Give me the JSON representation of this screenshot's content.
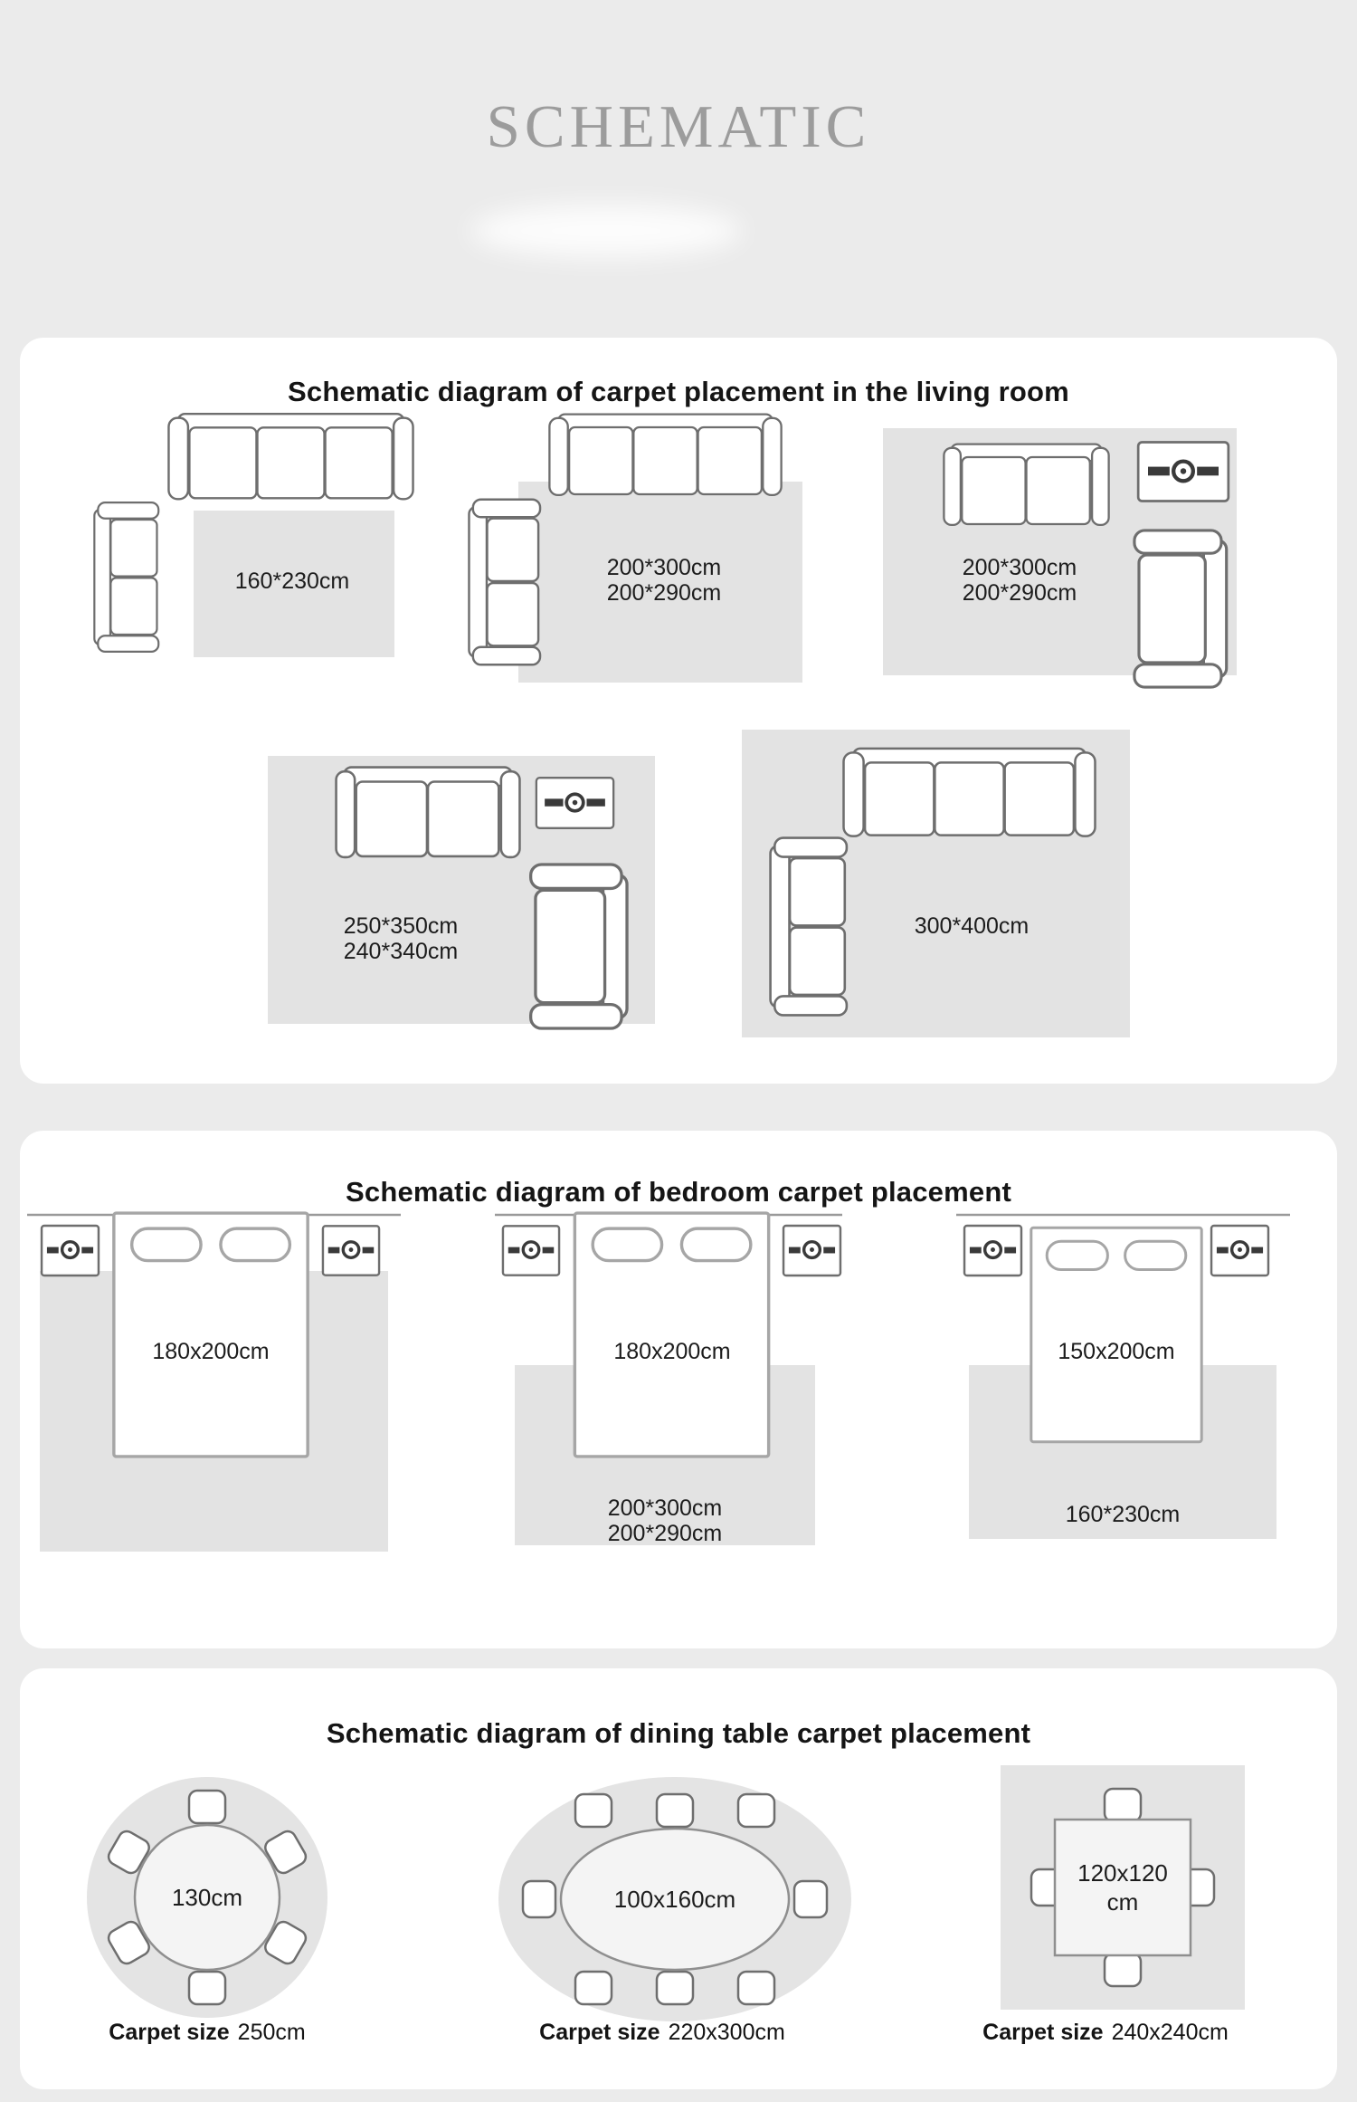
{
  "page": {
    "title": "SCHEMATIC"
  },
  "colors": {
    "rug": "#e3e3e3",
    "dining_rug": "#e4e4e4",
    "table": "#f4f4f4"
  },
  "living_room": {
    "heading": "Schematic diagram of carpet placement in the living room",
    "d1": {
      "size": "160*230cm"
    },
    "d2": {
      "size1": "200*300cm",
      "size2": "200*290cm"
    },
    "d3": {
      "size1": "200*300cm",
      "size2": "200*290cm"
    },
    "d4": {
      "size1": "250*350cm",
      "size2": "240*340cm"
    },
    "d5": {
      "size": "300*400cm"
    }
  },
  "bedroom": {
    "heading": "Schematic diagram of bedroom carpet placement",
    "d1": {
      "bed_size": "180x200cm"
    },
    "d2": {
      "bed_size": "180x200cm",
      "rug_size1": "200*300cm",
      "rug_size2": "200*290cm"
    },
    "d3": {
      "bed_size": "150x200cm",
      "rug_size1": "160*230cm"
    }
  },
  "dining": {
    "heading": "Schematic diagram of dining table carpet placement",
    "d1": {
      "table_size": "130cm",
      "caption_label": "Carpet size",
      "caption_value": "250cm"
    },
    "d2": {
      "table_size": "100x160cm",
      "caption_label": "Carpet size",
      "caption_value": "220x300cm"
    },
    "d3": {
      "table_size_line1": "120x120",
      "table_size_line2": "cm",
      "caption_label": "Carpet size",
      "caption_value": "240x240cm"
    }
  }
}
